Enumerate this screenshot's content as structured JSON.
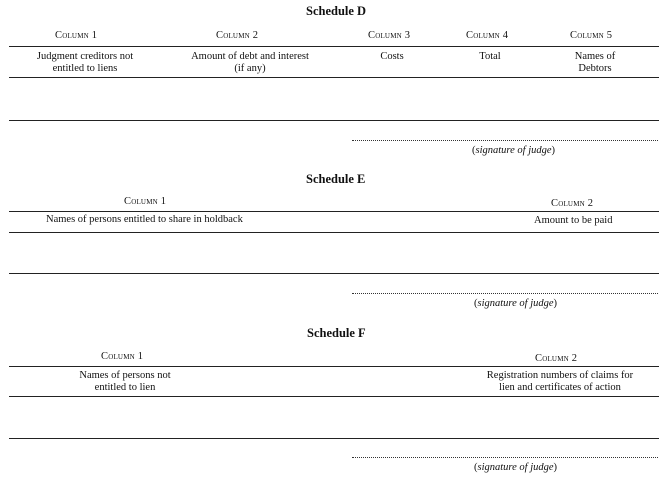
{
  "schedule_d": {
    "title": "Schedule D",
    "columns": [
      {
        "header": "Column 1",
        "text": [
          "Judgment creditors not",
          "entitled to liens"
        ]
      },
      {
        "header": "Column 2",
        "text": [
          "Amount of debt and interest",
          "(if any)"
        ]
      },
      {
        "header": "Column 3",
        "text": [
          "Costs"
        ]
      },
      {
        "header": "Column 4",
        "text": [
          "Total"
        ]
      },
      {
        "header": "Column 5",
        "text": [
          "Names of",
          "Debtors"
        ]
      }
    ],
    "signature": "signature of judge"
  },
  "schedule_e": {
    "title": "Schedule E",
    "columns": [
      {
        "header": "Column 1",
        "text": [
          "Names of persons entitled to share in holdback"
        ]
      },
      {
        "header": "Column 2",
        "text": [
          "Amount to be paid"
        ]
      }
    ],
    "signature": "signature of judge"
  },
  "schedule_f": {
    "title": "Schedule F",
    "columns": [
      {
        "header": "Column 1",
        "text": [
          "Names of persons not",
          "entitled to lien"
        ]
      },
      {
        "header": "Column 2",
        "text": [
          "Registration numbers of claims for",
          "lien and certificates of action"
        ]
      }
    ],
    "signature": "signature of judge"
  }
}
